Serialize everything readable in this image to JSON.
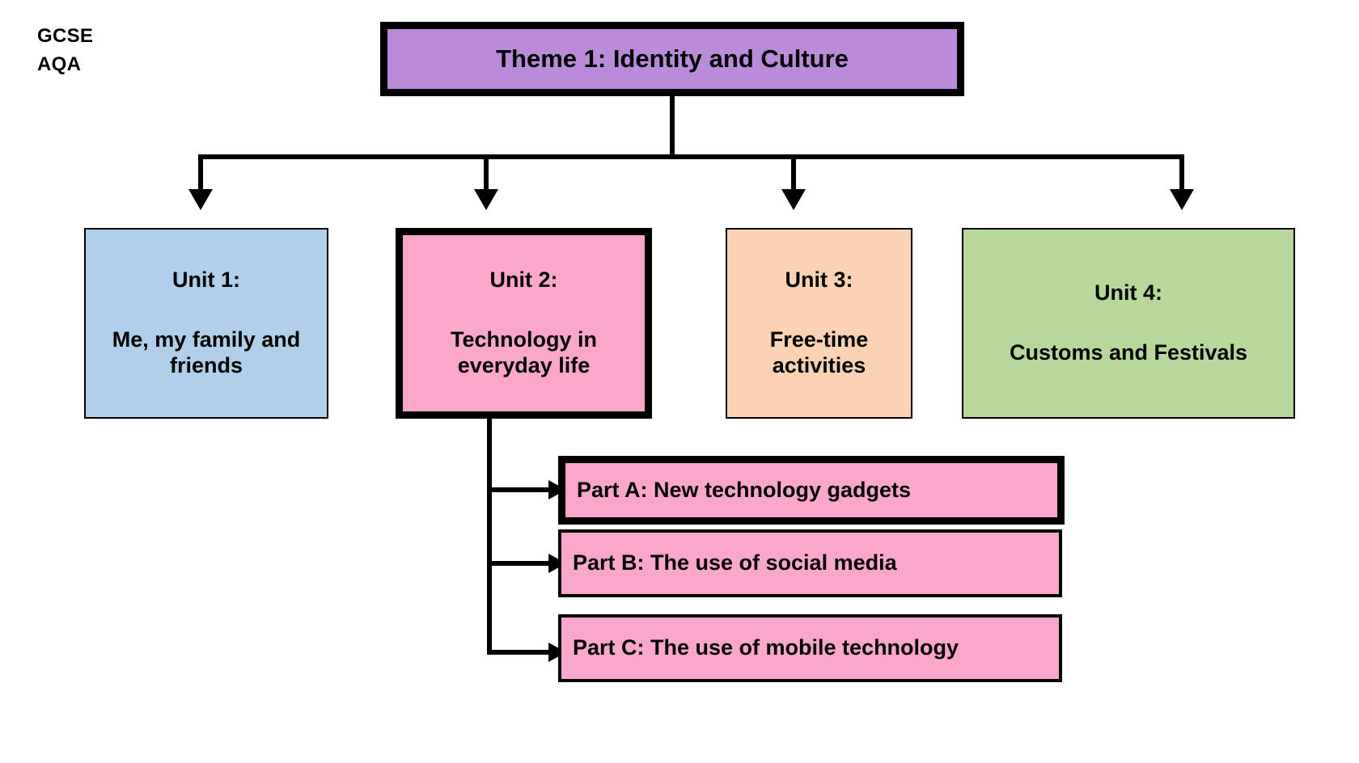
{
  "corner_label": {
    "line1": "GCSE",
    "line2": "AQA"
  },
  "theme": {
    "label": "Theme 1: Identity and Culture",
    "color": "#b98bd9",
    "highlighted": true
  },
  "units": [
    {
      "title": "Unit 1:",
      "subtitle": "Me, my family and friends",
      "color": "#afcfea",
      "highlighted": false
    },
    {
      "title": "Unit 2:",
      "subtitle": "Technology in everyday life",
      "color": "#fba6cb",
      "highlighted": true
    },
    {
      "title": "Unit 3:",
      "subtitle": "Free-time activities",
      "color": "#fbd3b4",
      "highlighted": false
    },
    {
      "title": "Unit 4:",
      "subtitle": "Customs and Festivals",
      "color": "#b7d89a",
      "highlighted": false
    }
  ],
  "parts": [
    {
      "label": "Part A: New technology gadgets",
      "color": "#fba6cb",
      "highlighted": true
    },
    {
      "label": "Part B: The use of social media",
      "color": "#fba6cb",
      "highlighted": false
    },
    {
      "label": "Part C: The use of mobile technology",
      "color": "#fba6cb",
      "highlighted": false
    }
  ],
  "palette": {
    "line": "#000000",
    "background": "#ffffff",
    "text": "#000000"
  }
}
